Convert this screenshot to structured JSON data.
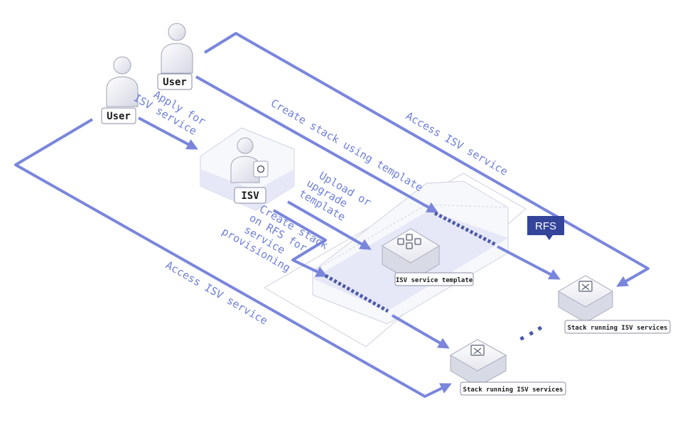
{
  "nodes": {
    "user_top": "User",
    "user_left": "User",
    "isv": "ISV",
    "rfs": "RFS",
    "template": "ISV service template",
    "stack_right": "Stack running ISV services",
    "stack_bottom": "Stack running ISV services"
  },
  "flows": {
    "apply": [
      "Apply for",
      "ISV service"
    ],
    "create_using_template": "Create stack using template",
    "access_top": "Access ISV service",
    "access_bottom": "Access ISV service",
    "upload": [
      "Upload or",
      "upgrade",
      "template"
    ],
    "create_on_rfs": [
      "Create stack",
      "on RFS for",
      "service",
      "provisioning"
    ]
  },
  "colors": {
    "flow": "#7a86dc",
    "label": "#6f7fdc",
    "rfs": "#33449a",
    "platform_fill": "#e9ebf8",
    "box_outline": "#cfd2e2"
  },
  "icons": {
    "user": "person-icon",
    "isv": "person-with-gear-icon",
    "template": "grid-icon",
    "stack": "document-stack-icon"
  }
}
